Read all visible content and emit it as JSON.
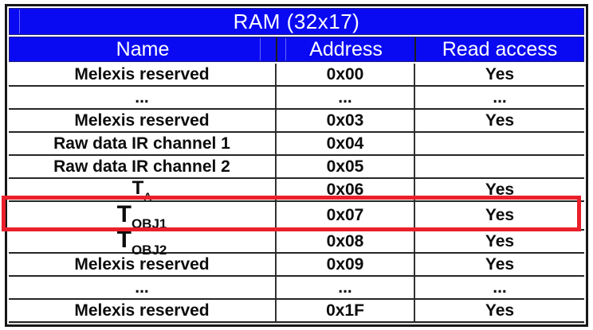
{
  "table": {
    "title": "RAM (32x17)",
    "columns": [
      "Name",
      "Address",
      "Read access"
    ],
    "rows": [
      {
        "name": "Melexis reserved",
        "address": "0x00",
        "read_access": "Yes"
      },
      {
        "name": "...",
        "address": "...",
        "read_access": "..."
      },
      {
        "name": "Melexis reserved",
        "address": "0x03",
        "read_access": "Yes"
      },
      {
        "name": "Raw data IR channel 1",
        "address": "0x04",
        "read_access": ""
      },
      {
        "name": "Raw data IR channel 2",
        "address": "0x05",
        "read_access": ""
      },
      {
        "name_base": "T",
        "name_sub": "A",
        "address": "0x06",
        "read_access": "Yes",
        "size": "normal"
      },
      {
        "name_base": "T",
        "name_sub": "OBJ1",
        "address": "0x07",
        "read_access": "Yes",
        "size": "large",
        "highlighted": true
      },
      {
        "name_base": "T",
        "name_sub": "OBJ2",
        "address": "0x08",
        "read_access": "Yes",
        "size": "large"
      },
      {
        "name": "Melexis reserved",
        "address": "0x09",
        "read_access": "Yes"
      },
      {
        "name": "...",
        "address": "...",
        "read_access": "..."
      },
      {
        "name": "Melexis reserved",
        "address": "0x1F",
        "read_access": "Yes"
      }
    ]
  },
  "colors": {
    "header_blue": "#0a0af2",
    "highlight_red": "#e9202b",
    "header_text": "#ffffff",
    "body_text": "#0c0c0c"
  },
  "highlight": {
    "description": "red box around row",
    "row_address": "0x07"
  }
}
